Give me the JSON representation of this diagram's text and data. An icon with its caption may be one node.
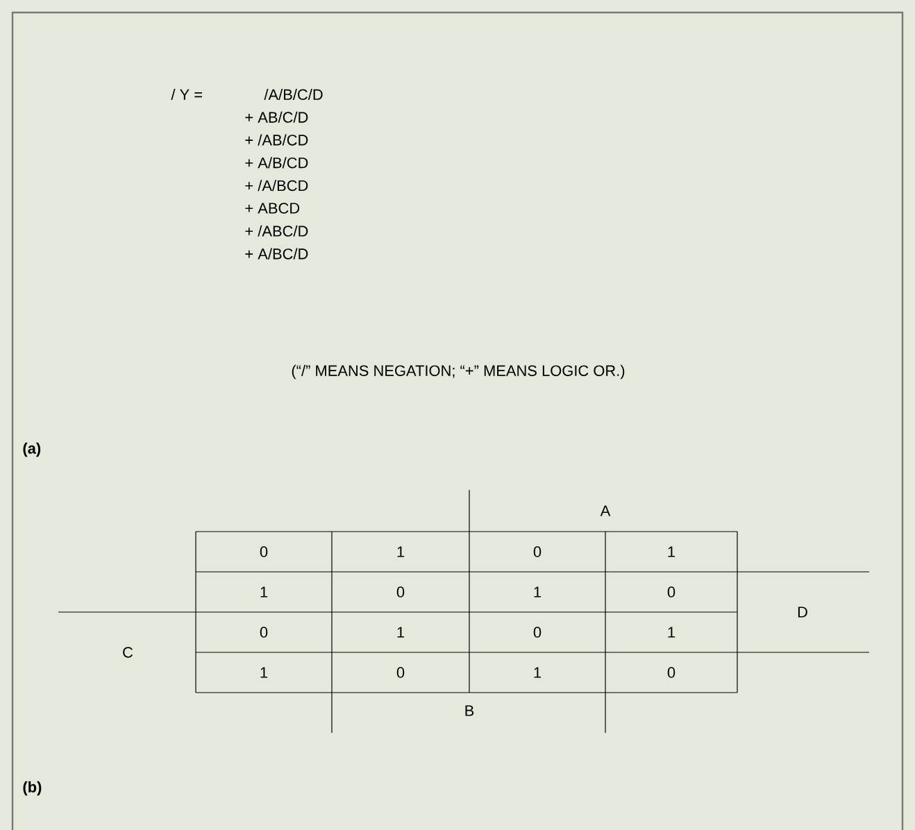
{
  "diagram": {
    "labels": [
      "/ Y =",
      "/A/B/C/D",
      "+ AB/C/D",
      "+ /AB/CD",
      "+ A/B/CD",
      "+ /A/BCD",
      "+ ABCD",
      "+ /ABC/D",
      "+ A/BC/D",
      "(“/” MEANS NEGATION; “+” MEANS LOGIC OR.)",
      "(a)",
      "A",
      "0",
      "1",
      "0",
      "1",
      "1",
      "0",
      "1",
      "0",
      "D",
      "0",
      "1",
      "0",
      "1",
      "C",
      "1",
      "0",
      "1",
      "0",
      "B",
      "(b)"
    ]
  }
}
